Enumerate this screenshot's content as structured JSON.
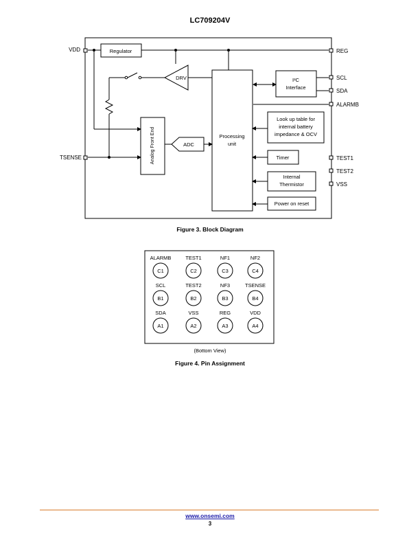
{
  "document": {
    "title": "LC709204V",
    "figure3_caption": "Figure 3. Block Diagram",
    "figure4_caption": "Figure 4. Pin Assignment",
    "footer_url": "www.onsemi.com",
    "page_number": "3"
  },
  "block_diagram": {
    "pins_left": {
      "vdd": "VDD",
      "tsense": "TSENSE"
    },
    "pins_right": {
      "reg": "REG",
      "scl": "SCL",
      "sda": "SDA",
      "alarmb": "ALARMB",
      "test1": "TEST1",
      "test2": "TEST2",
      "vss": "VSS"
    },
    "blocks": {
      "regulator": "Regulator",
      "drv": "DRV",
      "i2c_line1": "I²C",
      "i2c_line2": "Interface",
      "processing_line1": "Processing",
      "processing_line2": "unit",
      "lut_line1": "Look up table for",
      "lut_line2": "internal battery",
      "lut_line3": "impedance & OCV",
      "timer": "Timer",
      "thermistor_line1": "Internal",
      "thermistor_line2": "Thermistor",
      "por": "Power on reset",
      "adc": "ADC",
      "afe": "Analog Front End"
    }
  },
  "pin_assignment": {
    "view_label": "(Bottom View)",
    "rows": [
      [
        {
          "name": "ALARMB",
          "id": "C1"
        },
        {
          "name": "TEST1",
          "id": "C2"
        },
        {
          "name": "NF1",
          "id": "C3"
        },
        {
          "name": "NF2",
          "id": "C4"
        }
      ],
      [
        {
          "name": "SCL",
          "id": "B1"
        },
        {
          "name": "TEST2",
          "id": "B2"
        },
        {
          "name": "NF3",
          "id": "B3"
        },
        {
          "name": "TSENSE",
          "id": "B4"
        }
      ],
      [
        {
          "name": "SDA",
          "id": "A1"
        },
        {
          "name": "VSS",
          "id": "A2"
        },
        {
          "name": "REG",
          "id": "A3"
        },
        {
          "name": "VDD",
          "id": "A4"
        }
      ]
    ]
  }
}
